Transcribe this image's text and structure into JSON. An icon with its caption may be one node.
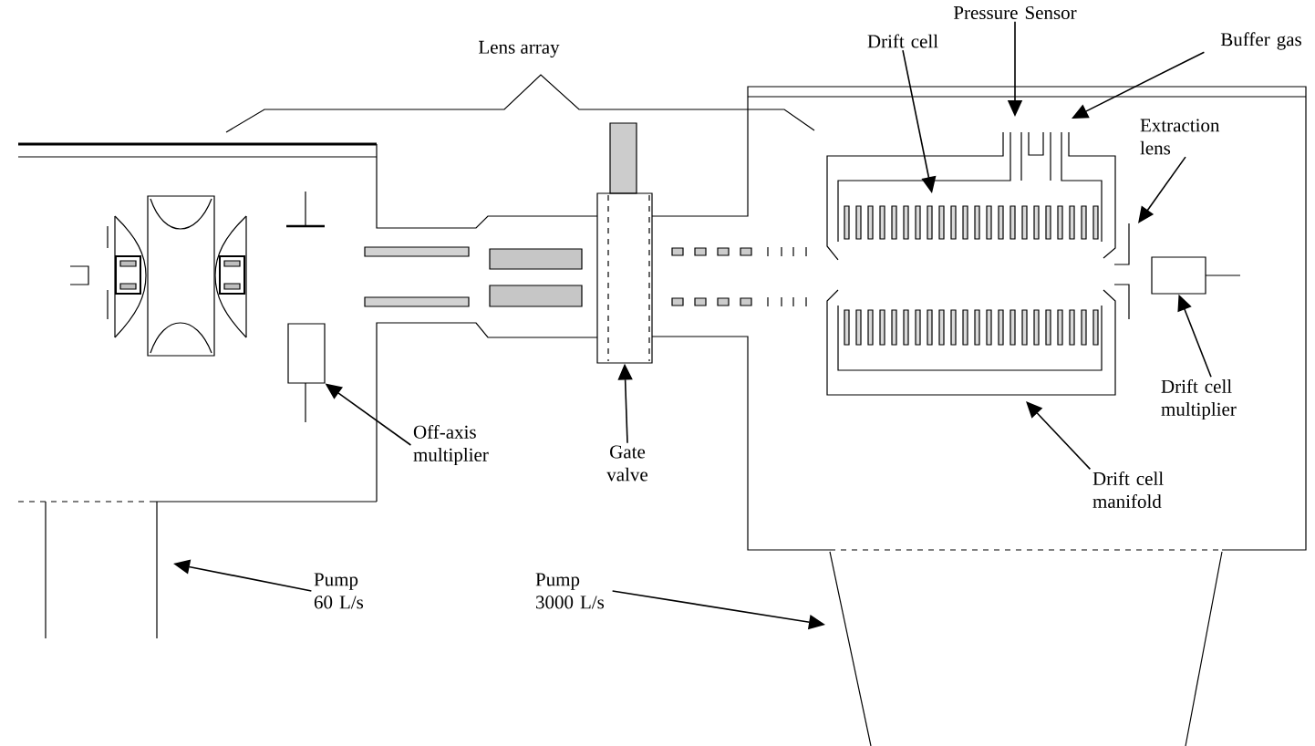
{
  "diagram": {
    "nodes": [
      {
        "text": [
          "Pressure Sensor"
        ]
      },
      {
        "text": [
          "Drift cell"
        ]
      },
      {
        "text": [
          "Buffer gas"
        ]
      },
      {
        "text": [
          "Extraction lens"
        ]
      },
      {
        "text": [
          "Off-axis multiplier"
        ]
      },
      {
        "text": [
          "Gate valve"
        ]
      },
      {
        "text": [
          "Drift cell multiplier"
        ]
      },
      {
        "text": [
          "Drift cell manifold"
        ]
      },
      {
        "text": [
          "Pump 60 L/s"
        ]
      },
      {
        "text": [
          "Pump 3000 L/s"
        ]
      },
      {
        "text": [],
        "shape": "box"
      },
      {
        "text": [],
        "shape": "box"
      },
      {
        "text": [],
        "shape": "box"
      }
    ],
    "edges": [
      {
        "from": 0,
        "to": null,
        "arrow": "to"
      },
      {
        "from": 1,
        "to": null,
        "arrow": "to"
      },
      {
        "from": 2,
        "to": null,
        "arrow": "to"
      },
      {
        "from": 3,
        "to": null,
        "arrow": "to"
      },
      {
        "from": 4,
        "to": 10,
        "arrow": "to"
      },
      {
        "from": 5,
        "to": 11,
        "arrow": "to"
      },
      {
        "from": 6,
        "to": 12,
        "arrow": "to"
      },
      {
        "from": 7,
        "to": null,
        "arrow": "to"
      },
      {
        "from": 8,
        "to": null,
        "arrow": "to"
      },
      {
        "from": 9,
        "to": null,
        "arrow": "to"
      }
    ],
    "labels": [
      "Lens array"
    ]
  }
}
